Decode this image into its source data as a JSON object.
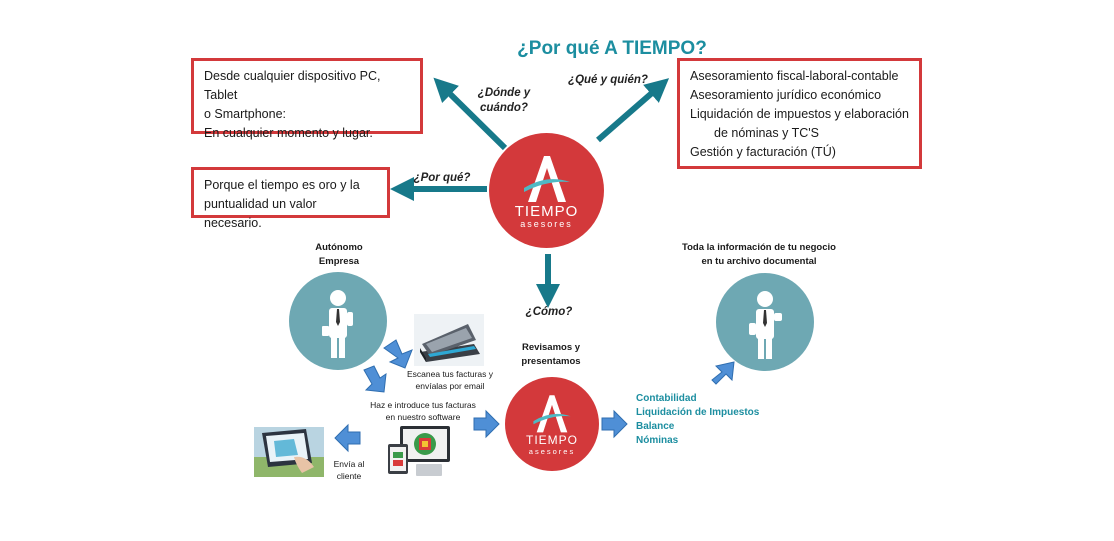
{
  "title": "¿Por qué A TIEMPO?",
  "boxes": {
    "top_left": [
      "Desde cualquier dispositivo PC, Tablet",
      "o Smartphone:",
      "En cualquier momento y lugar."
    ],
    "top_right": [
      "Asesoramiento fiscal-laboral-contable",
      "Asesoramiento jurídico económico",
      "Liquidación de impuestos y elaboración",
      "de nóminas y TC'S",
      "Gestión y facturación (TÚ)"
    ],
    "mid_left": [
      "Porque el tiempo es oro y la",
      "puntualidad un valor necesario."
    ]
  },
  "questions": {
    "where_when": [
      "¿Dónde y",
      "cuándo?"
    ],
    "what_who": "¿Qué y quién?",
    "why": "¿Por qué?",
    "how": "¿Cómo?"
  },
  "logo": {
    "letter": "A",
    "word": "TIEMPO",
    "sub": "asesores"
  },
  "labels": {
    "client": [
      "Autónomo",
      "Empresa"
    ],
    "archive": [
      "Toda la información de tu negocio",
      "en tu archivo documental"
    ],
    "review": [
      "Revisamos y",
      "presentamos"
    ],
    "scan": [
      "Escanea tus facturas y",
      "envíalas por email"
    ],
    "software": [
      "Haz e introduce tus facturas",
      "en nuestro software"
    ],
    "send": [
      "Envía al",
      "cliente"
    ]
  },
  "services": [
    "Contabilidad",
    "Liquidación de Impuestos",
    "Balance",
    "Nóminas"
  ],
  "colors": {
    "red": "#d3393b",
    "teal": "#1c8ea0",
    "arrow": "#17798a",
    "blue_arrow": "#4f8fd6",
    "person": "#6ea8b3"
  },
  "icons": [
    "scanner-icon",
    "devices-icon",
    "tablet-hand-icon",
    "person-icon"
  ]
}
